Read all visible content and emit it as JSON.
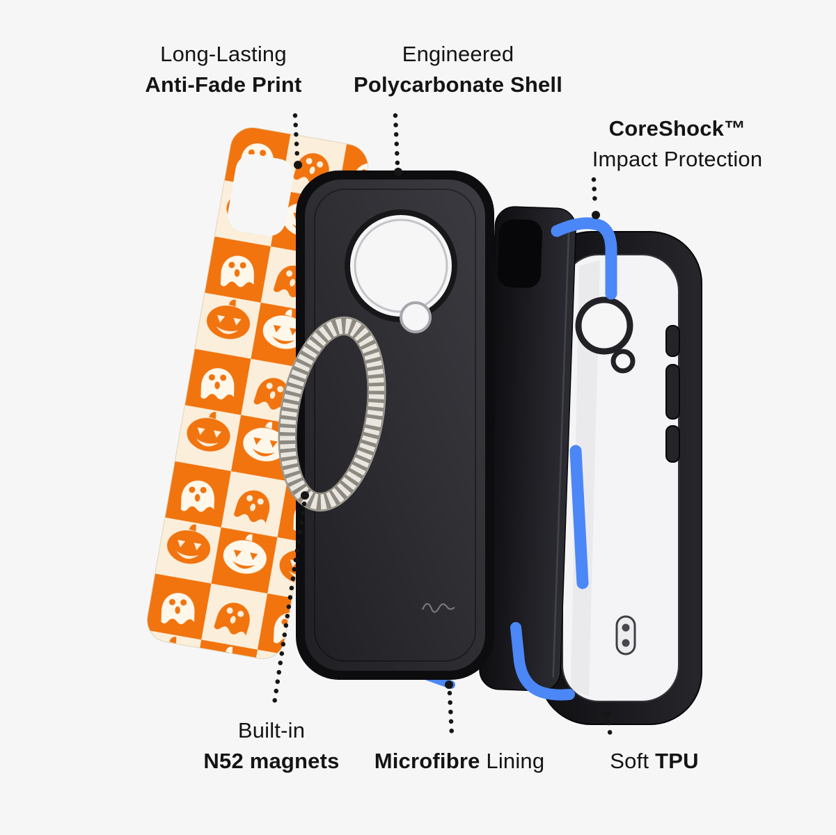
{
  "page": {
    "background_color": "#F6F6F7",
    "text_color": "#141414"
  },
  "labels": {
    "anti_fade": {
      "line1": "Long-Lasting",
      "line2": "Anti-Fade Print"
    },
    "polycarbonate": {
      "line1": "Engineered",
      "line2": "Polycarbonate Shell"
    },
    "coreshock": {
      "line1": "CoreShock™",
      "line2": "Impact Protection"
    },
    "magnets": {
      "line1": "Built-in",
      "line2": "N52 magnets"
    },
    "microfibre": {
      "bold": "Microfibre",
      "regular": "Lining"
    },
    "tpu": {
      "regular": "Soft",
      "bold": "TPU"
    }
  },
  "parts": {
    "print_sheet": "halloween-pumpkin-ghost-checker-print",
    "magnet_ring": "n52-magnet-ring",
    "shell": "polycarbonate-shell",
    "lining": "microfibre-lining",
    "inserts": "coreshock-impact-inserts",
    "bumper": "soft-tpu-bumper"
  },
  "colors": {
    "checker_orange": "#F1740F",
    "checker_cream": "#FBEEDA",
    "motif_white": "#FFF7EA",
    "coreshock_blue": "#4B87F7",
    "case_black": "#141417",
    "magnet_silver": "#E9E6DF"
  }
}
